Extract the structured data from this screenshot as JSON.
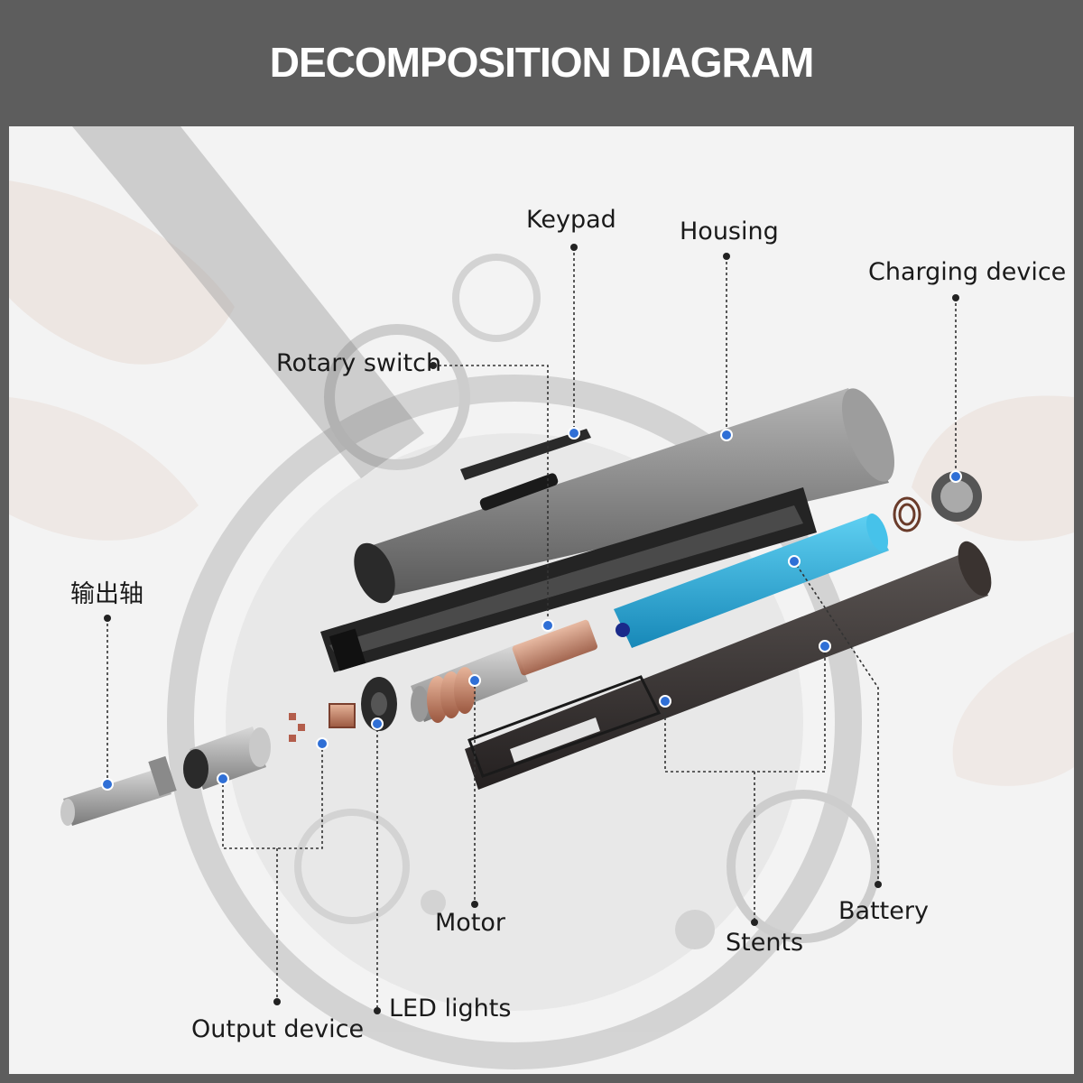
{
  "title": "DECOMPOSITION DIAGRAM",
  "labels": {
    "keypad": "Keypad",
    "housing": "Housing",
    "charging_device": "Charging device",
    "rotary_switch": "Rotary switch",
    "output_shaft": "输出轴",
    "motor": "Motor",
    "battery": "Battery",
    "stents": "Stents",
    "led_lights": "LED lights",
    "output_device": "Output device"
  },
  "colors": {
    "header_bg": "#5d5d5d",
    "panel_bg": "#f3f3f3",
    "marker": "#2f6fd6",
    "battery": "#2aa8d8",
    "housing": "#8e8e8e",
    "stent": "#3a3634"
  }
}
